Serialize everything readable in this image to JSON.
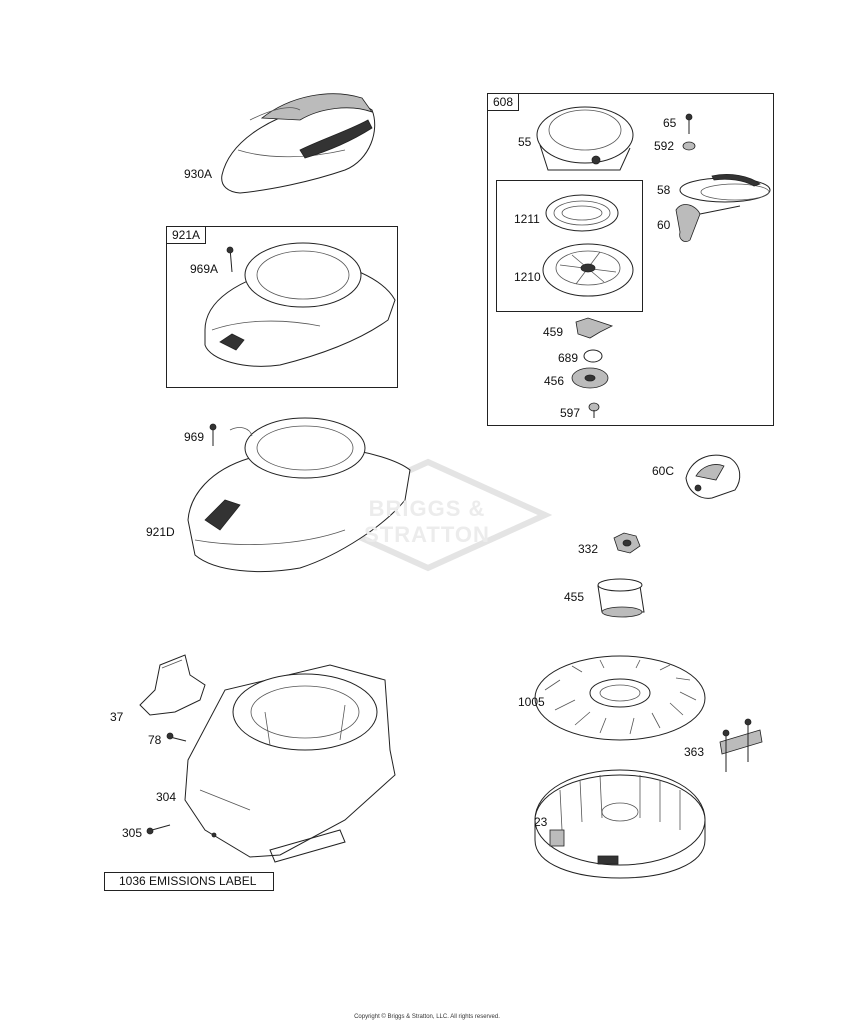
{
  "groups": {
    "g608": "608",
    "g921a": "921A"
  },
  "callouts": {
    "c930a": "930A",
    "c969a": "969A",
    "c969": "969",
    "c921d": "921D",
    "c37": "37",
    "c78": "78",
    "c304": "304",
    "c305": "305",
    "c55": "55",
    "c65": "65",
    "c592": "592",
    "c58": "58",
    "c60": "60",
    "c1211": "1211",
    "c1210": "1210",
    "c459": "459",
    "c689": "689",
    "c456": "456",
    "c597": "597",
    "c60c": "60C",
    "c332": "332",
    "c455": "455",
    "c1005": "1005",
    "c363": "363",
    "c23": "23"
  },
  "emissions_label": "1036 EMISSIONS LABEL",
  "watermark": "BRIGGS & STRATTON",
  "copyright": "Copyright © Briggs & Stratton, LLC. All rights reserved."
}
